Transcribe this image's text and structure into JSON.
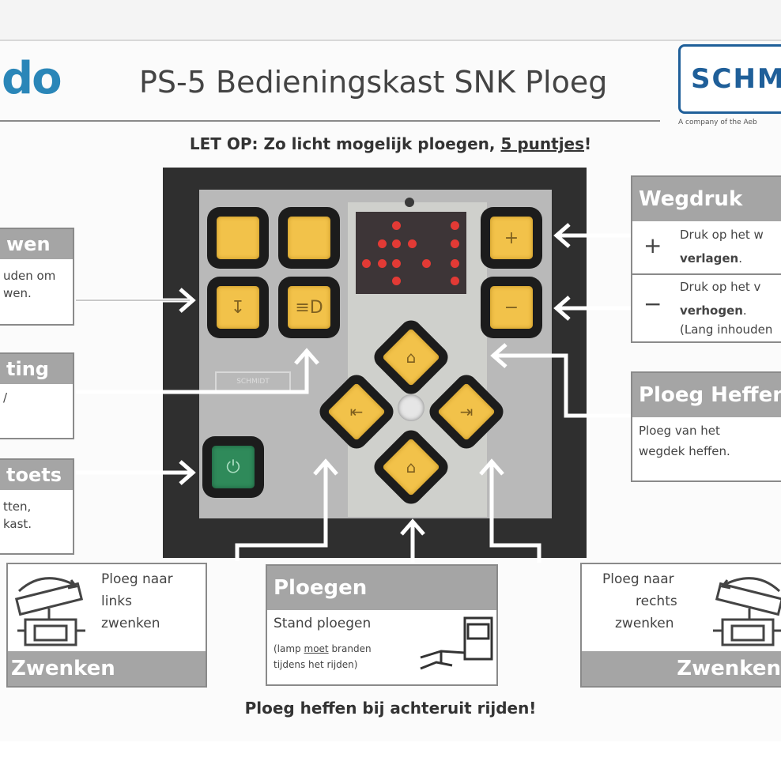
{
  "header": {
    "logo_fragment": "do",
    "title": "PS-5 Bedieningskast SNK Ploeg",
    "brand": "SCHM",
    "brand_sub": "A company of the Aeb"
  },
  "warning": {
    "prefix": "LET OP: Zo licht mogelijk ploegen, ",
    "underlined": "5 puntjes",
    "suffix": "!"
  },
  "footer": "Ploeg heffen bij achteruit rijden!",
  "panel": {
    "plate_text": "SCHMIDT",
    "keys": {
      "top_left": "",
      "top_mid": "",
      "down": "↧",
      "light": "≡D",
      "plus": "+",
      "minus": "−",
      "power": "⏻",
      "up": "⌂",
      "left": "⇤",
      "right": "⇥",
      "plough": "⌂"
    }
  },
  "left_boxes": [
    {
      "title": "wen",
      "line1": "uden om",
      "line2": "wen."
    },
    {
      "title": "ting",
      "line1": "/"
    },
    {
      "title": "toets",
      "line1": "tten,",
      "line2": "kast."
    }
  ],
  "right_boxes": {
    "wegdruk": {
      "title": "Wegdruk",
      "plus_sign": "+",
      "plus_line1": "Druk op het w",
      "plus_line2": "verlagen",
      "plus_line2_suffix": ".",
      "minus_sign": "−",
      "minus_line1": "Druk op het v",
      "minus_line2": "verhogen",
      "minus_line2_suffix": ".",
      "minus_note": "(Lang inhouden"
    },
    "heffen": {
      "title": "Ploeg Heffen",
      "line1": "Ploeg van het",
      "line2": "wegdek heffen."
    }
  },
  "bottom_boxes": {
    "left": {
      "line1": "Ploeg naar",
      "line2": "links",
      "line3": "zwenken",
      "footer": "Zwenken"
    },
    "center": {
      "title": "Ploegen",
      "line1": "Stand ploegen",
      "note1_prefix": "(lamp ",
      "note1_underlined": "moet",
      "note1_suffix": " branden",
      "note2": "tijdens het rijden)"
    },
    "right": {
      "line1": "Ploeg naar",
      "line2": "rechts",
      "line3": "zwenken",
      "footer": "Zwenken"
    }
  },
  "colors": {
    "accent_blue": "#2a86b8",
    "brand_blue": "#1f5f99",
    "key_yellow": "#f2c24a",
    "key_green": "#2f8a5a",
    "led_red": "#e23a35",
    "box_header": "#a5a5a5"
  }
}
